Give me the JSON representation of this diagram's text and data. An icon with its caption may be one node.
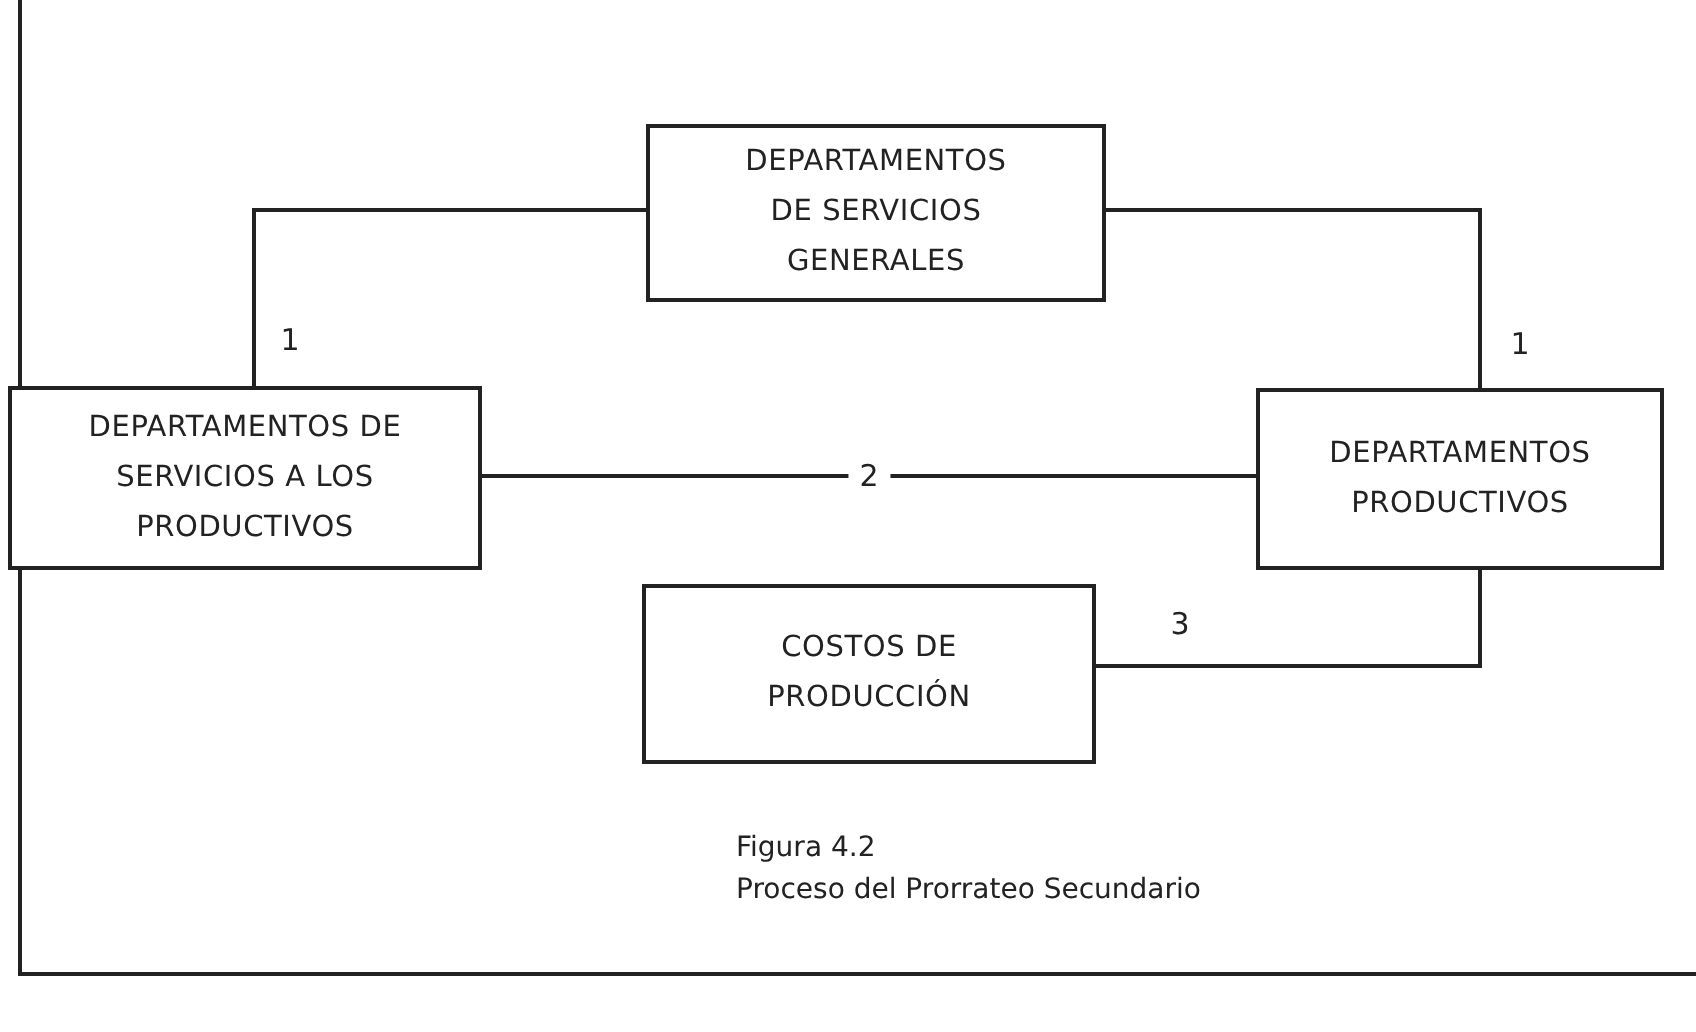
{
  "diagram": {
    "title": "Figura 4.2",
    "caption": "Proceso del Prorrateo Secundario",
    "nodes": [
      {
        "text": [
          "DEPARTAMENTOS DE SERVICIOS GENERALES"
        ]
      },
      {
        "text": [
          "DEPARTAMENTOS DE SERVICIOS A LOS PRODUCTIVOS"
        ]
      },
      {
        "text": [
          "DEPARTAMENTOS PRODUCTIVOS"
        ]
      },
      {
        "text": [
          "COSTOS DE PRODUCCIÓN"
        ]
      }
    ],
    "edges": [
      {
        "from": 0,
        "to": 1,
        "arrow": "none",
        "label": "1"
      },
      {
        "from": 0,
        "to": 2,
        "arrow": "none",
        "label": "1"
      },
      {
        "from": 1,
        "to": 2,
        "arrow": "none",
        "label": "2"
      },
      {
        "from": 2,
        "to": 3,
        "arrow": "none",
        "label": "3"
      }
    ]
  }
}
